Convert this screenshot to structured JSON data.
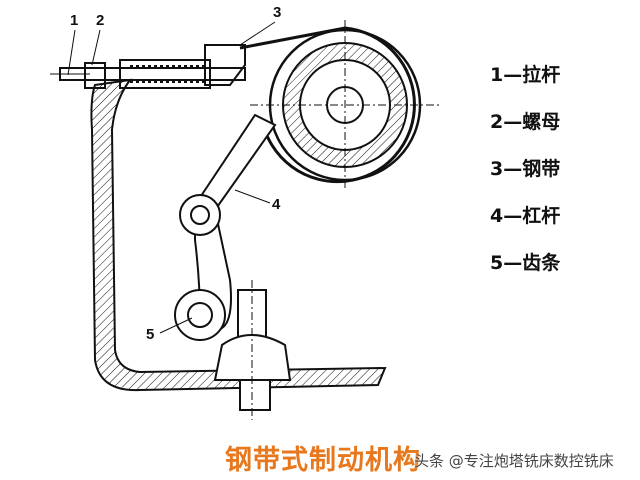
{
  "labels": [
    "1",
    "2",
    "3",
    "4",
    "5"
  ],
  "legend": [
    "1—拉杆",
    "2—螺母",
    "3—钢带",
    "4—杠杆",
    "5—齿条"
  ],
  "title": "钢带式制动机构",
  "watermark": "头条 @专注炮塔铣床数控铣床"
}
